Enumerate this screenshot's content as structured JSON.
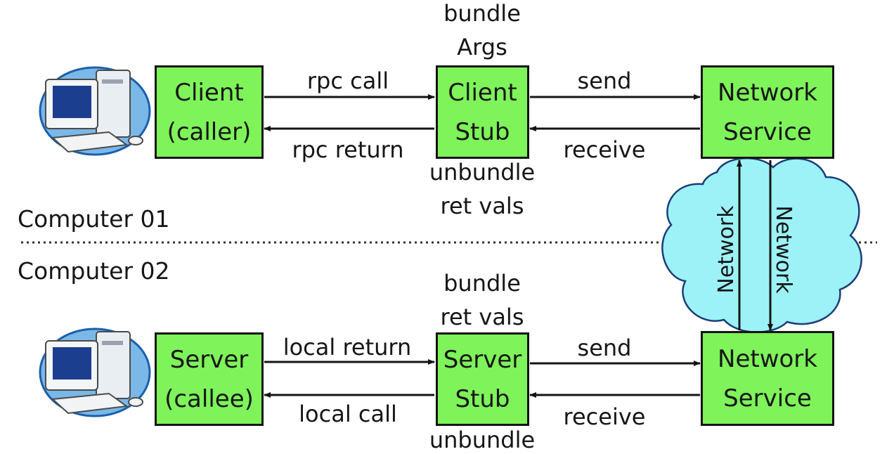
{
  "computers": {
    "top_label": "Computer 01",
    "bottom_label": "Computer 02"
  },
  "colors": {
    "box_fill": "#7ef35a",
    "box_border": "#141414",
    "cloud_fill": "#9cf2f7",
    "cloud_outline": "#1c3d7a",
    "monitor_blue": "#1b5fae"
  },
  "icons": {
    "computer": "desktop-computer-icon",
    "network": "network-cloud-icon"
  },
  "top_row": {
    "client_box": {
      "line1": "Client",
      "line2": "(caller)"
    },
    "client_stub_box": {
      "line1": "Client",
      "line2": "Stub"
    },
    "network_service_box": {
      "line1": "Network",
      "line2": "Service"
    },
    "rpc_call": "rpc call",
    "rpc_return": "rpc return",
    "send": "send",
    "receive": "receive",
    "bundle_args": {
      "line1": "bundle",
      "line2": "Args"
    },
    "unbundle_ret_vals": {
      "line1": "unbundle",
      "line2": "ret vals"
    }
  },
  "bottom_row": {
    "server_box": {
      "line1": "Server",
      "line2": "(callee)"
    },
    "server_stub_box": {
      "line1": "Server",
      "line2": "Stub"
    },
    "network_service_box": {
      "line1": "Network",
      "line2": "Service"
    },
    "local_return": "local return",
    "local_call": "local call",
    "send": "send",
    "receive": "receive",
    "bundle_ret_vals": {
      "line1": "bundle",
      "line2": "ret vals"
    },
    "unbundle": "unbundle"
  },
  "network": {
    "left_label": "Network",
    "right_label": "Network"
  }
}
